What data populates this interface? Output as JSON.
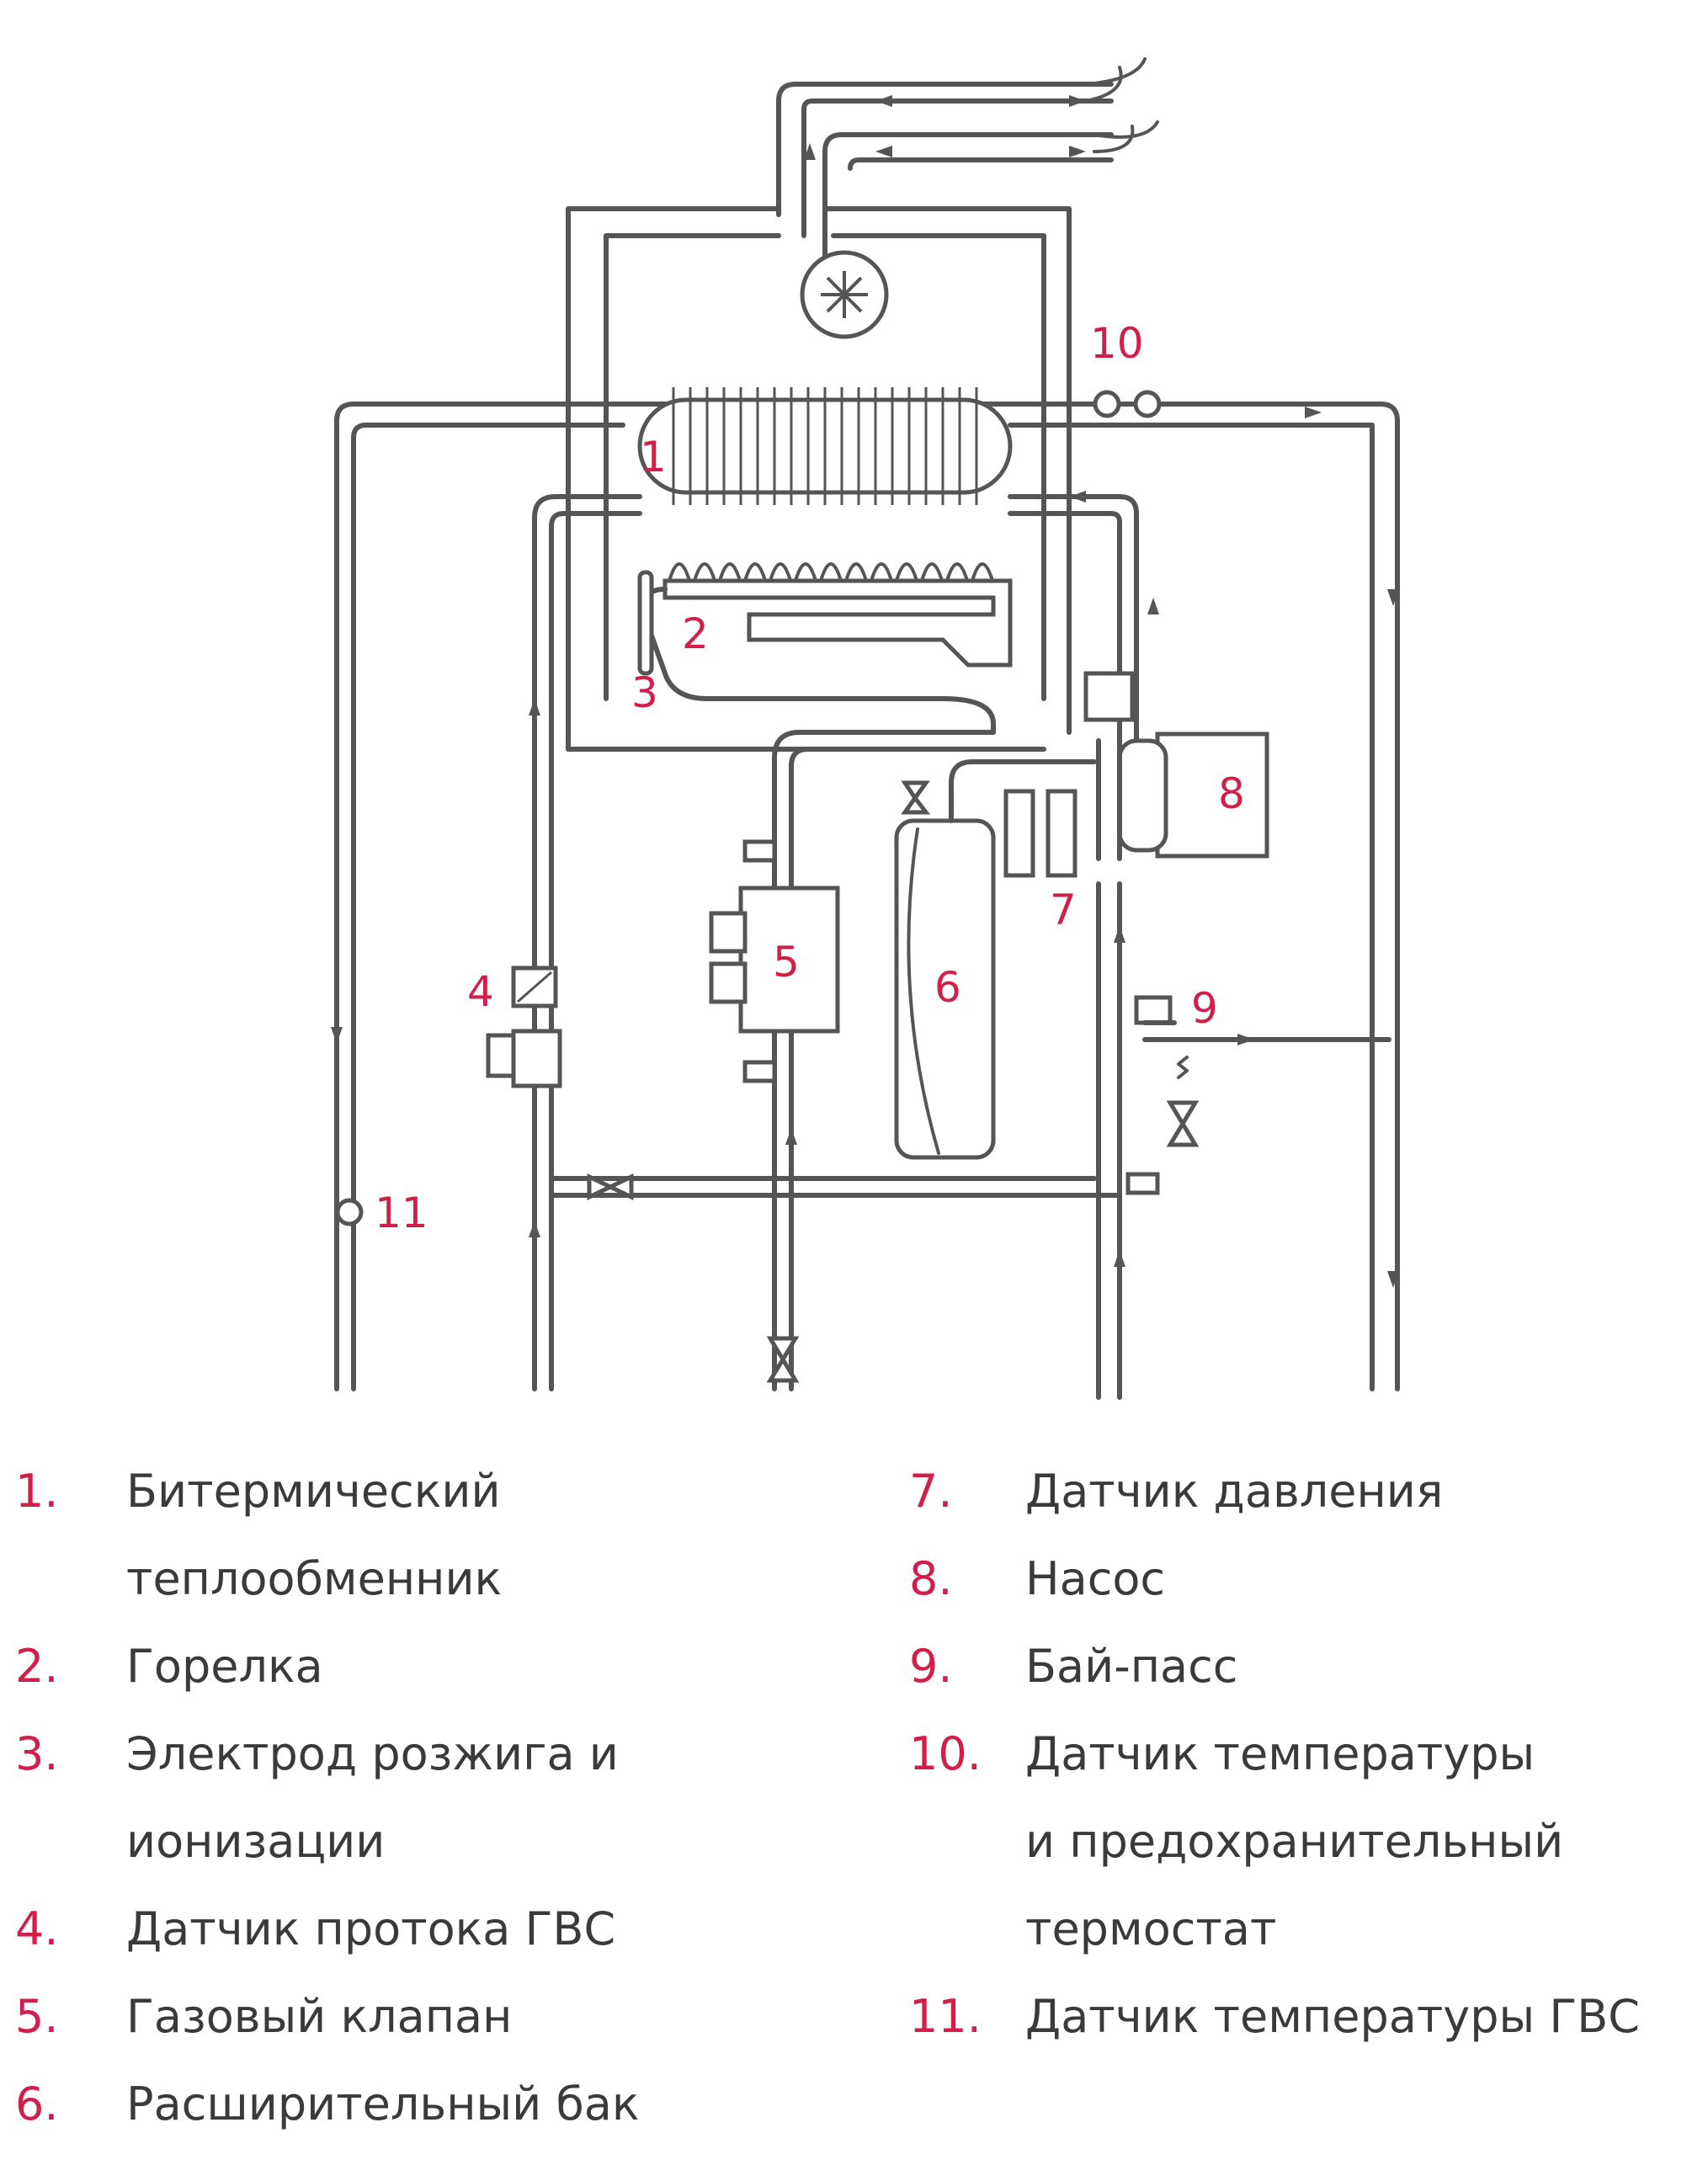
{
  "diagram": {
    "callouts": [
      "1",
      "2",
      "3",
      "4",
      "5",
      "6",
      "7",
      "8",
      "9",
      "10",
      "11"
    ]
  },
  "legend": {
    "left": [
      {
        "num": "1.",
        "lines": [
          "Битермический",
          "теплообменник"
        ]
      },
      {
        "num": "2.",
        "lines": [
          "Горелка"
        ]
      },
      {
        "num": "3.",
        "lines": [
          "Электрод розжига и",
          "ионизации"
        ]
      },
      {
        "num": "4.",
        "lines": [
          "Датчик протока ГВС"
        ]
      },
      {
        "num": "5.",
        "lines": [
          "Газовый клапан"
        ]
      },
      {
        "num": "6.",
        "lines": [
          "Расширительный бак"
        ]
      }
    ],
    "right": [
      {
        "num": "7.",
        "lines": [
          "Датчик давления"
        ]
      },
      {
        "num": "8.",
        "lines": [
          "Насос"
        ]
      },
      {
        "num": "9.",
        "lines": [
          "Бай-пасс"
        ]
      },
      {
        "num": "10.",
        "lines": [
          "Датчик температуры",
          "и предохранительный",
          "термостат"
        ]
      },
      {
        "num": "11.",
        "lines": [
          "Датчик температуры ГВС"
        ]
      }
    ]
  },
  "colors": {
    "accent": "#d21f4a",
    "line": "#555555",
    "text": "#3a3a3a"
  }
}
